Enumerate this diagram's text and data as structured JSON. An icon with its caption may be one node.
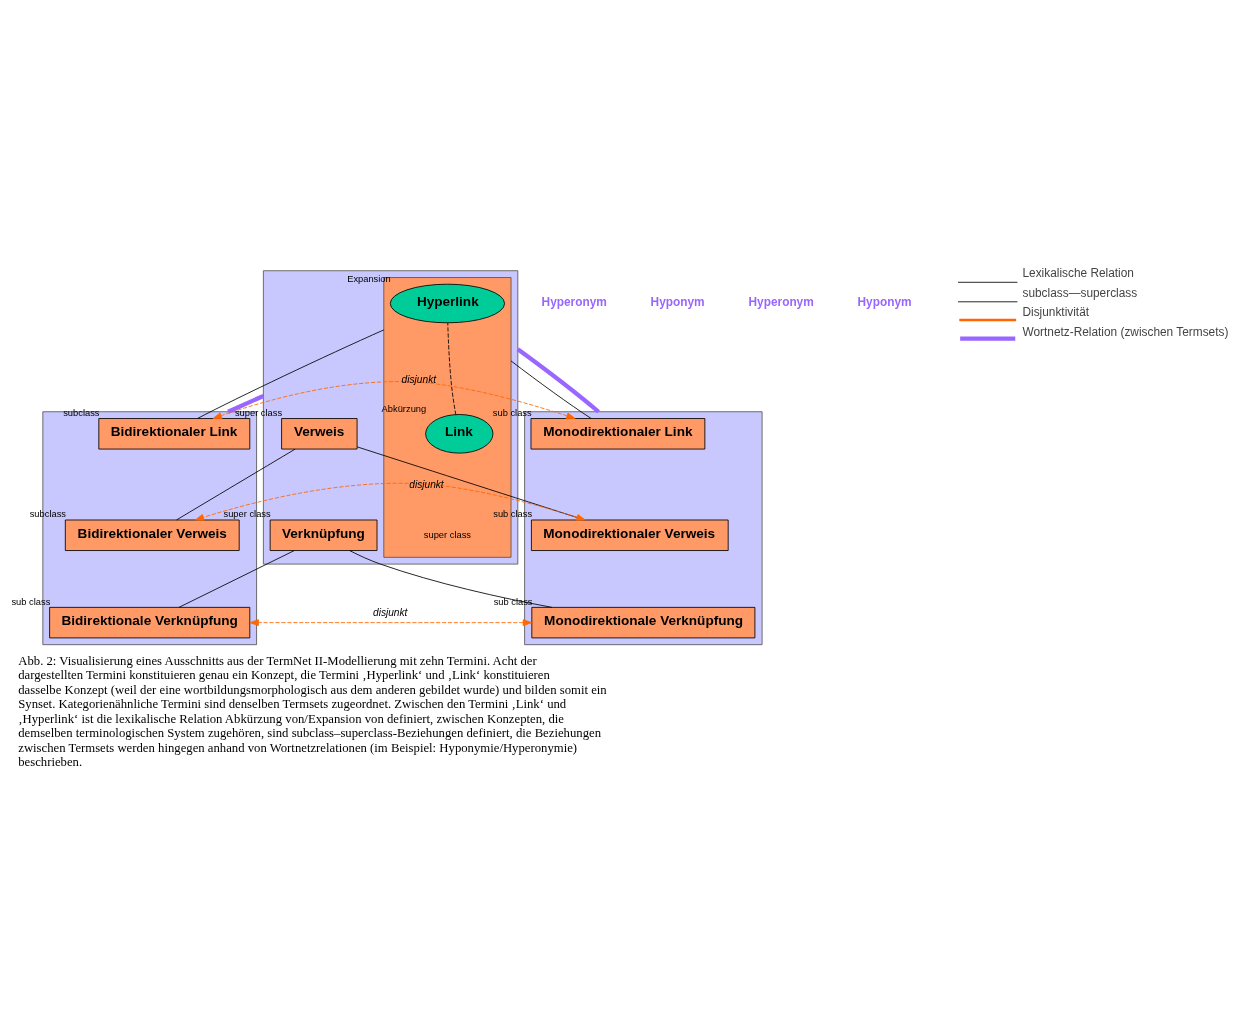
{
  "diagram": {
    "caption": "Abb. 2: Visualisierung eines Ausschnitts aus der TermNet II-Modellierung mit zehn Termini. Acht der dargestellten Termini konstituieren genau ein Konzept, die Termini ‚Hyperlink‘ und ‚Link‘ konstituieren dasselbe Konzept (weil der eine wortbildungsmorphologisch aus dem anderen gebildet wurde) und bilden somit ein Synset. Kategorienähnliche Termini sind denselben Termsets zugeordnet. Zwischen den Termini ‚Link‘ und ‚Hyperlink‘ ist die lexikalische Relation Abkürzung von/Expansion von definiert, zwischen Konzepten, die demselben terminologischen System zugehören, sind subclass–superclass-Beziehungen definiert, die Beziehungen zwischen Termsets werden hingegen anhand von Wortnetzrelationen (im Beispiel: Hyponymie/Hyperonymie) beschrieben.",
    "nodes": [
      {
        "text": [],
        "shape": "hexagon"
      },
      {
        "text": [],
        "shape": "box",
        "in": 0,
        "beside": [
          "super",
          "class"
        ]
      },
      {
        "text": [
          "Hyperlink"
        ],
        "in": 1,
        "beside": [
          "Expansion"
        ]
      },
      {
        "text": [
          "Link"
        ],
        "in": 1,
        "beside": [
          "Abkürzung"
        ]
      },
      {
        "text": [
          "Verweis"
        ],
        "in": 0,
        "beside": [
          "super",
          "class"
        ]
      },
      {
        "text": [
          "Verknüpfung"
        ],
        "in": 0,
        "beside": [
          "super",
          "class"
        ]
      },
      {
        "text": [],
        "shape": "hexagon"
      },
      {
        "text": [
          "Monodirektionaler Link"
        ],
        "in": 6,
        "beside": [
          "sub",
          "class"
        ]
      },
      {
        "text": [
          "Monodirektionaler Verweis"
        ],
        "in": 6,
        "beside": [
          "sub",
          "class"
        ]
      },
      {
        "text": [
          "Monodirektionale Verknüpfung"
        ],
        "in": 6,
        "beside": [
          "sub",
          "class"
        ]
      },
      {
        "text": [],
        "shape": "hexagon"
      },
      {
        "text": [
          "Bidirektionaler Link"
        ],
        "in": 10,
        "beside": [
          "subclass"
        ]
      },
      {
        "text": [
          "Bidirektionaler Verweis"
        ],
        "in": 10,
        "beside": [
          "subclass"
        ]
      },
      {
        "text": [
          "Bidirektionale Verknüpfung"
        ],
        "in": 10,
        "beside": [
          "sub",
          "class"
        ]
      }
    ],
    "edges": [
      {
        "from": 3,
        "to": 2,
        "arrow": "none",
        "style": "dashed"
      },
      {
        "from": 1,
        "to": 7,
        "arrow": "none"
      },
      {
        "from": 1,
        "to": 11,
        "arrow": "none"
      },
      {
        "from": 4,
        "to": 8,
        "arrow": "none"
      },
      {
        "from": 4,
        "to": 12,
        "arrow": "none"
      },
      {
        "from": 5,
        "to": 9,
        "arrow": "none"
      },
      {
        "from": 5,
        "to": 13,
        "arrow": "none"
      },
      {
        "from": 7,
        "to": 11,
        "arrow": "both",
        "label": "disjunkt",
        "style": "dashed",
        "color": "#ff6600"
      },
      {
        "from": 8,
        "to": 12,
        "arrow": "both",
        "label": "disjunkt",
        "style": "dashed",
        "color": "#ff6600"
      },
      {
        "from": 9,
        "to": 13,
        "arrow": "both",
        "label": "disjunkt",
        "style": "dashed",
        "color": "#ff6600"
      },
      {
        "from": 0,
        "to": 6,
        "arrow": "none",
        "style": "thick",
        "color": "#9966ff"
      },
      {
        "from": 0,
        "to": 10,
        "arrow": "none",
        "style": "thick",
        "color": "#9966ff"
      }
    ],
    "labels": [
      "Hyperonym",
      "Hyponym",
      "Hyperonym",
      "Hyponym"
    ],
    "legend": [
      {
        "text": "Lexikalische Relation"
      },
      {
        "text": "subclass—superclass"
      },
      {
        "text": "Disjunktivität"
      },
      {
        "text": "Wortnetz-Relation (zwischen Termsets)"
      }
    ]
  }
}
